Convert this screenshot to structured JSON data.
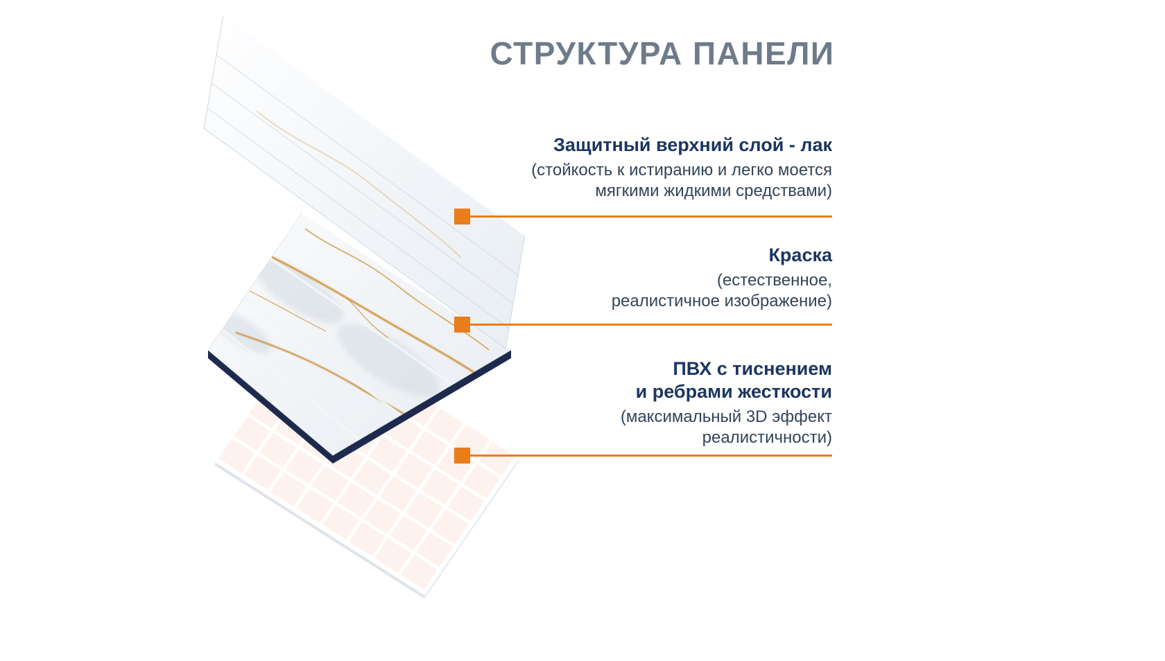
{
  "title": "СТРУКТУРА ПАНЕЛИ",
  "colors": {
    "accent_orange": "#EA7C1A",
    "title_gray": "#6E7B8A",
    "heading_navy": "#1C3660",
    "body_text": "#324459",
    "panel_side_navy": "#1E2A4D",
    "marble_vein_gold": "#CF9137",
    "tile_pink": "#FDF2ED"
  },
  "layers": {
    "lacquer": {
      "heading": "Защитный верхний слой - лак",
      "description_lines": [
        "(стойкость к истиранию и легко моется",
        "мягкими жидкими средствами)"
      ]
    },
    "paint": {
      "heading": "Краска",
      "description_lines": [
        "(естественное,",
        "реалистичное изображение)"
      ]
    },
    "pvc": {
      "heading_lines": [
        "ПВХ с тиснением",
        "и ребрами жесткости"
      ],
      "description_lines": [
        "(максимальный 3D эффект",
        "реалистичности)"
      ]
    }
  }
}
